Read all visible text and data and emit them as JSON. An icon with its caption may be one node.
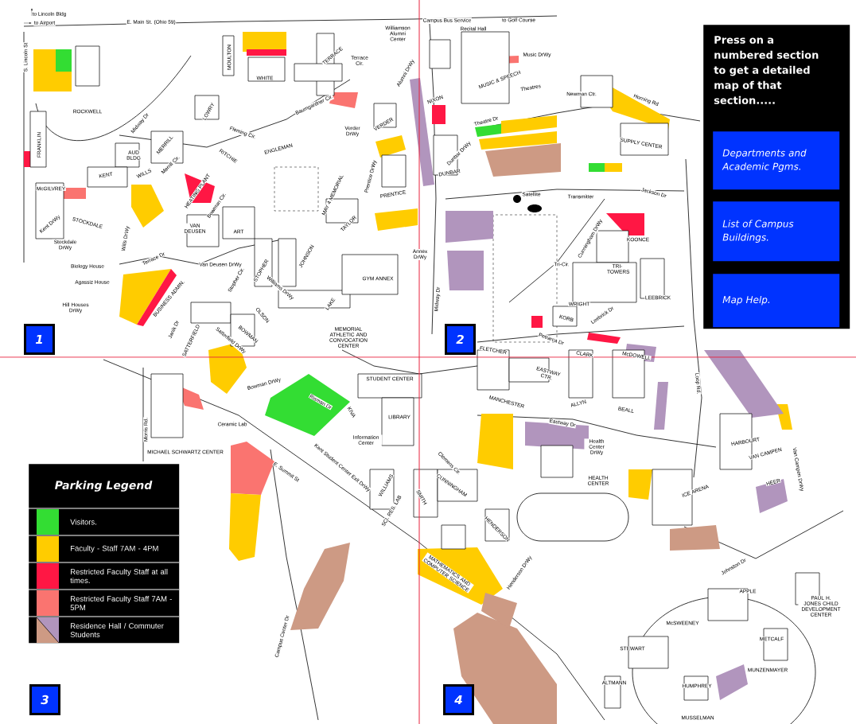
{
  "diagram": {
    "nodes": [
      {
        "text": [
          "Press on a numbered section to get a detailed map of that section....."
        ]
      },
      {
        "text": [
          "Departments and Academic  Pgms."
        ],
        "in": 0
      },
      {
        "text": [
          "List of Campus Buildings."
        ],
        "in": 0
      },
      {
        "text": [
          "Map Help."
        ],
        "in": 0
      },
      {
        "text": [
          "1"
        ]
      },
      {
        "text": [
          "2"
        ]
      },
      {
        "text": [
          "3"
        ]
      },
      {
        "text": [
          "4"
        ]
      },
      {
        "text": [
          "Parking Legend"
        ]
      }
    ],
    "labels": [
      "to Lincoln Bldg",
      "to Airport",
      "E. Main St. (Ohio 59)",
      "S. Lincoln St",
      "ROCKWELL",
      "FRANKLIN",
      "MOULTON",
      "WHITE",
      "TERRACE",
      "Terrace Cir.",
      "Williamson Alumni Center",
      "Alumni DrWy",
      "Baumgardner Cir.",
      "LOWRY",
      "Midway Dr",
      "MERRILL",
      "AUD BLDG",
      "Fleming Cir.",
      "ENGLEMAN",
      "RITCHIE",
      "Verder DrWy",
      "VERDER",
      "Prentice DrWy",
      "PRENTICE",
      "Merrill Cir.",
      "KENT",
      "WILLS",
      "HEATING PLANT",
      "McGILVREY",
      "Bowman Cir.",
      "MAY 4 MEMORIAL",
      "VAN DEUSEN",
      "ART",
      "TAYLOR",
      "Kent DrWy",
      "STOCKDALE",
      "Stockdale DrWy",
      "Wills DrWy",
      "Terrace Dr",
      "Van Deusen DrWy",
      "Stopher Cir.",
      "STOPHER",
      "JOHNSON",
      "Williams DrWy",
      "Biology House",
      "Agassiz House",
      "Hill Houses DrWy",
      "GYM ANNEX",
      "BUSINESS ADMIN.",
      "OLSON",
      "LAKE",
      "MEMORIAL ATHLETIC AND CONVOCATION CENTER",
      "Janik Dr",
      "SATTERFIELD",
      "Satterfield DrWy",
      "BOWMAN",
      "Campus Bus Service",
      "to Golf Course",
      "Recital Hall",
      "Music DrWy",
      "MUSIC & SPEECH",
      "Theatres",
      "NIXON",
      "Theatre Dr",
      "Newman Ctr.",
      "Horning Rd",
      "SUPPLY CENTER",
      "Dunbar DrWy",
      "DUNBAR",
      "Satellite",
      "Transmitter",
      "Jackson Dr",
      "Cunningham DrWy",
      "KOONCE",
      "Tri-Cir.",
      "TRI-TOWERS",
      "WRIGHT",
      "LEEBRICK",
      "Leebrick Dr",
      "Annex DrWy",
      "Midway Dr",
      "KORB",
      "Petrarca Dr",
      "FLETCHER",
      "CLARK",
      "McDOWELL",
      "Bowman DrWy",
      "Morris Rd.",
      "Ceramic Lab",
      "MICHAEL SCHWARTZ CENTER",
      "Risman Dr",
      "STUDENT CENTER",
      "KIVA",
      "LIBRARY",
      "Information Center",
      "Kent Student Center Exit DrWy",
      "E. Summit St",
      "WILLIAMS",
      "SCI. RES. LAB",
      "SMITH",
      "MANCHESTER",
      "EASTWAY CTR.",
      "ALLYN",
      "BEALL",
      "Loop Rd.",
      "Eastway Dr",
      "Health Center DrWy",
      "HEALTH CENTER",
      "HARBOURT",
      "VAN CAMPEN",
      "Van Campen DrWy",
      "HEER",
      "ICE ARENA",
      "Clemens Cir.",
      "CUNNINGHAM",
      "HENDERSON",
      "MATHEMATICS AND COMPUTER SCIENCE",
      "Henderson DrWy",
      "Johnston Dr",
      "PAUL H. JONES CHILD DEVELOPMENT CENTER",
      "APPLE",
      "McSWEENEY",
      "STEWART",
      "METCALF",
      "ALTMANN",
      "MUNZENMAYER",
      "HUMPHREY",
      "MUSSELMAN",
      "Campus Center Dr"
    ],
    "legend": [
      {
        "text": "Visitors.",
        "color": "#33dd33"
      },
      {
        "text": "Faculty - Staff 7AM - 4PM",
        "color": "#ffcc00"
      },
      {
        "text": "Restricted Faculty Staff at all times.",
        "color": "#ff1744"
      },
      {
        "text": "Restricted Faculty Staff 7AM - 5PM",
        "color": "#fa7470"
      },
      {
        "text": "Residence Hall / Commuter Students"
      }
    ]
  }
}
